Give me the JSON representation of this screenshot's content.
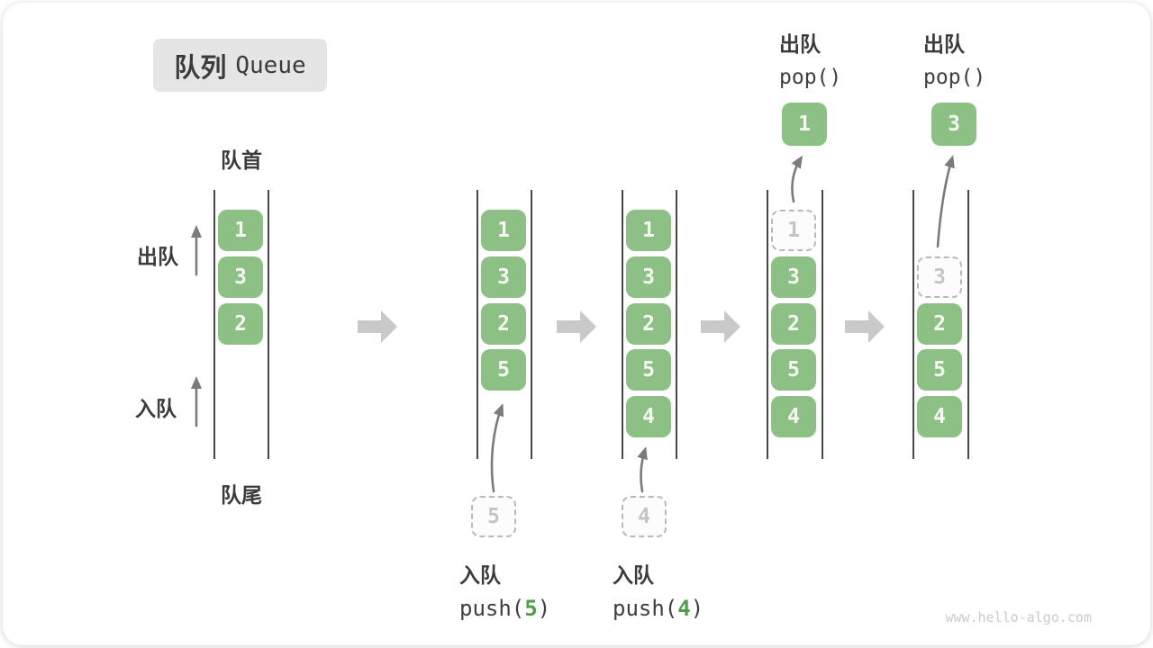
{
  "title": {
    "zh": "队列",
    "en": "Queue"
  },
  "labels": {
    "front": "队首",
    "rear": "队尾",
    "dequeue": "出队",
    "enqueue": "入队"
  },
  "colors": {
    "element_green": "#8CC085",
    "code_arg_green": "#4E9E4C",
    "title_badge_bg": "#e5e5e5",
    "text_dark": "#3b3b3b",
    "dashed_gray": "#b9b9b9",
    "arrow_gray": "#7b7b7b",
    "block_arrow_gray": "#c9c9c9"
  },
  "states": [
    {
      "name": "initial",
      "cells": [
        {
          "value": "1"
        },
        {
          "value": "3"
        },
        {
          "value": "2"
        }
      ]
    },
    {
      "name": "after-push-5",
      "cells": [
        {
          "value": "1"
        },
        {
          "value": "3"
        },
        {
          "value": "2"
        },
        {
          "value": "5"
        }
      ],
      "incoming": {
        "value": "5"
      },
      "caption": {
        "action": "入队",
        "pre": "push(",
        "arg": "5",
        "post": ")"
      }
    },
    {
      "name": "after-push-4",
      "cells": [
        {
          "value": "1"
        },
        {
          "value": "3"
        },
        {
          "value": "2"
        },
        {
          "value": "5"
        },
        {
          "value": "4"
        }
      ],
      "incoming": {
        "value": "4"
      },
      "caption": {
        "action": "入队",
        "pre": "push(",
        "arg": "4",
        "post": ")"
      }
    },
    {
      "name": "pop-1",
      "header": {
        "action": "出队",
        "code": "pop()"
      },
      "popped": {
        "value": "1"
      },
      "cells": [
        {
          "value": "1",
          "dashed": true
        },
        {
          "value": "3"
        },
        {
          "value": "2"
        },
        {
          "value": "5"
        },
        {
          "value": "4"
        }
      ]
    },
    {
      "name": "pop-3",
      "header": {
        "action": "出队",
        "code": "pop()"
      },
      "popped": {
        "value": "3"
      },
      "cells": [
        {
          "value": "3",
          "dashed": true
        },
        {
          "value": "2"
        },
        {
          "value": "5"
        },
        {
          "value": "4"
        }
      ]
    }
  ],
  "watermark": "www.hello-algo.com"
}
